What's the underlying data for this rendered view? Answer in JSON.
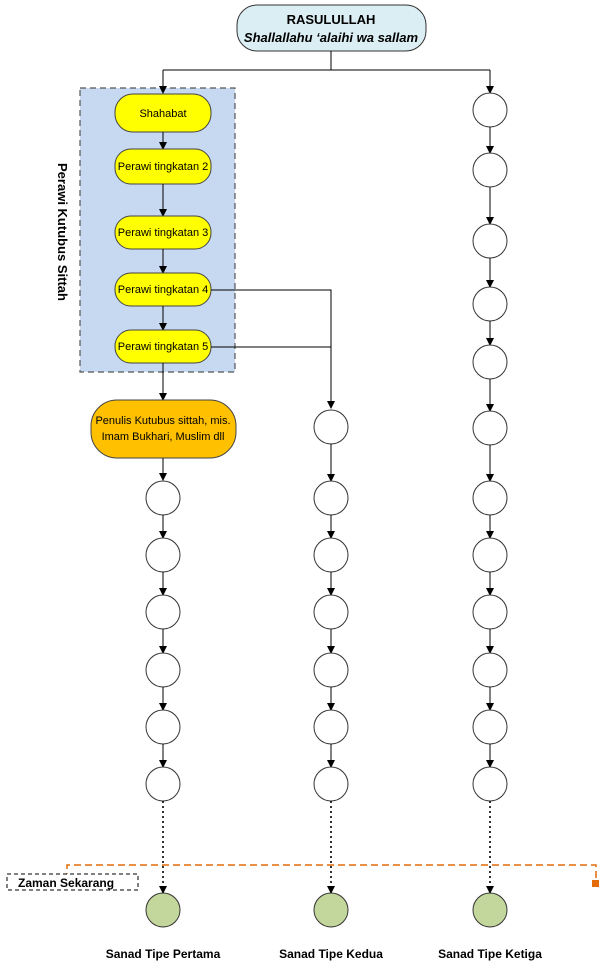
{
  "root": {
    "title": "RASULULLAH",
    "subtitle": "Shallallahu ‘alaihi wa sallam"
  },
  "group_label": "Perawi Kutubus Sittah",
  "chain_nodes": [
    "Shahabat",
    "Perawi tingkatan 2",
    "Perawi tingkatan 3",
    "Perawi tingkatan 4",
    "Perawi tingkatan 5"
  ],
  "writer_node": {
    "line1": "Penulis Kutubus sittah, mis.",
    "line2": "Imam Bukhari, Muslim dll"
  },
  "present_label": "Zaman Sekarang",
  "columns": [
    {
      "label": "Sanad Tipe Pertama"
    },
    {
      "label": "Sanad Tipe Kedua"
    },
    {
      "label": "Sanad Tipe Ketiga"
    }
  ],
  "colors": {
    "root_fill": "#dbeef4",
    "group_fill": "#c6d9f0",
    "chain_fill": "#ffff00",
    "writer_fill": "#ffc000",
    "end_fill": "#c3d69b",
    "present_line": "#e36c09"
  }
}
